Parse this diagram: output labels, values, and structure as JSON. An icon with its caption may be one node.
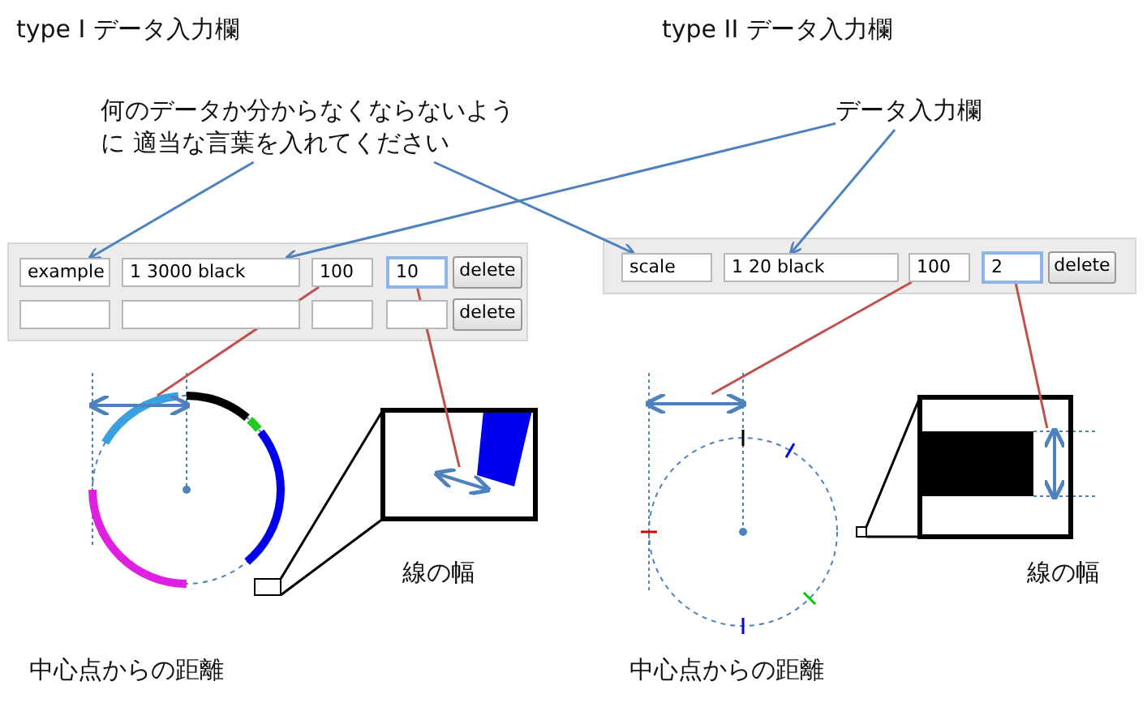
{
  "diagram": {
    "nodes": [
      {
        "text": [
          "何のデータか分からなくならないように 適当な言葉を入れてください"
        ]
      },
      {
        "text": [
          "データ入力欄"
        ]
      },
      {
        "text": [
          "example"
        ]
      },
      {
        "text": [
          "1 3000 black"
        ]
      },
      {
        "text": [
          "100"
        ]
      },
      {
        "text": [
          "10"
        ]
      },
      {
        "text": [
          "delete"
        ]
      },
      {
        "text": [],
        "shape": "box"
      },
      {
        "text": [],
        "shape": "box"
      },
      {
        "text": [],
        "shape": "box"
      },
      {
        "text": [],
        "shape": "box"
      },
      {
        "text": [
          "delete"
        ]
      },
      {
        "text": [
          "scale"
        ]
      },
      {
        "text": [
          "1 20 black"
        ]
      },
      {
        "text": [
          "100"
        ]
      },
      {
        "text": [
          "2"
        ]
      },
      {
        "text": [
          "delete"
        ]
      },
      {
        "text": [],
        "shape": "arrow"
      },
      {
        "text": [],
        "shape": "arrow"
      },
      {
        "text": [],
        "shape": "arrow"
      },
      {
        "text": [],
        "shape": "arrow"
      }
    ],
    "edges": [
      {
        "from": 0,
        "to": 2,
        "arrow": "to",
        "color": "#4f81bd"
      },
      {
        "from": 0,
        "to": 12,
        "arrow": "to",
        "color": "#4f81bd"
      },
      {
        "from": 1,
        "to": 3,
        "arrow": "to",
        "color": "#4f81bd"
      },
      {
        "from": 1,
        "to": 13,
        "arrow": "to",
        "color": "#4f81bd"
      },
      {
        "from": 4,
        "to": 17,
        "arrow": "none",
        "color": "#c0504d"
      },
      {
        "from": 5,
        "to": 18,
        "arrow": "none",
        "color": "#c0504d"
      },
      {
        "from": 14,
        "to": 19,
        "arrow": "none",
        "color": "#c0504d"
      },
      {
        "from": 15,
        "to": 20,
        "arrow": "none",
        "color": "#c0504d"
      }
    ],
    "labels": [
      "type I データ入力欄",
      "type II データ入力欄",
      "線の幅",
      "中心点からの距離",
      "線の幅",
      "中心点からの距離"
    ]
  }
}
